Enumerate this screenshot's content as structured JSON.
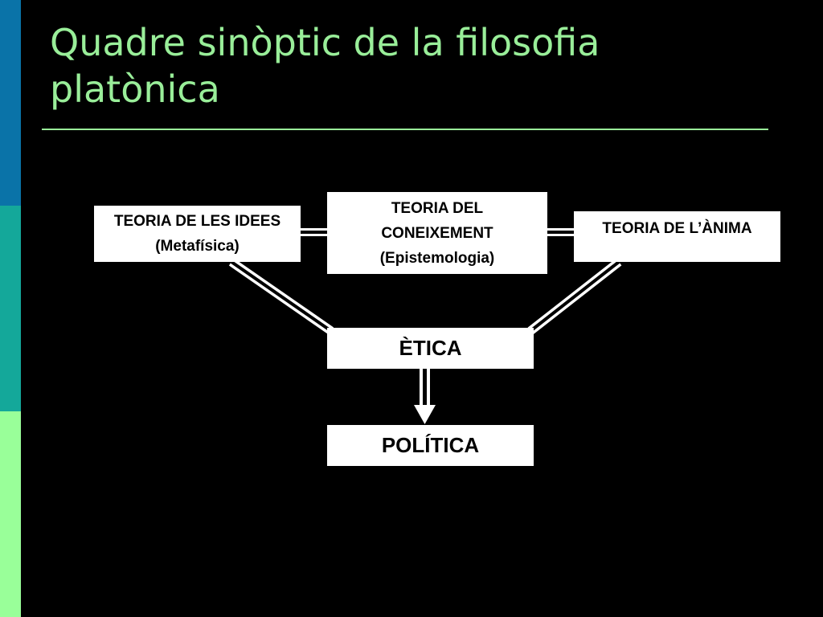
{
  "title": "Quadre sinòptic de la filosofia platònica",
  "colors": {
    "background": "#000000",
    "title": "#99ee99",
    "sidebar": [
      "#0a73a8",
      "#14a89a",
      "#99ff99"
    ],
    "box": "#ffffff"
  },
  "diagram": {
    "nodes": {
      "idees": {
        "line1": "TEORIA DE LES IDEES",
        "line2": "(Metafísica)"
      },
      "coneixement": {
        "line1": "TEORIA DEL",
        "line2": "CONEIXEMENT",
        "line3": "(Epistemologia)"
      },
      "anima": {
        "line1": "TEORIA DE L’ÀNIMA"
      },
      "etica": {
        "label": "ÈTICA"
      },
      "politica": {
        "label": "POLÍTICA"
      }
    },
    "edges": [
      {
        "from": "idees",
        "to": "coneixement",
        "style": "double-line"
      },
      {
        "from": "coneixement",
        "to": "anima",
        "style": "double-line"
      },
      {
        "from": "idees",
        "to": "etica",
        "style": "double-line"
      },
      {
        "from": "anima",
        "to": "etica",
        "style": "double-line"
      },
      {
        "from": "etica",
        "to": "politica",
        "style": "arrow"
      }
    ]
  }
}
